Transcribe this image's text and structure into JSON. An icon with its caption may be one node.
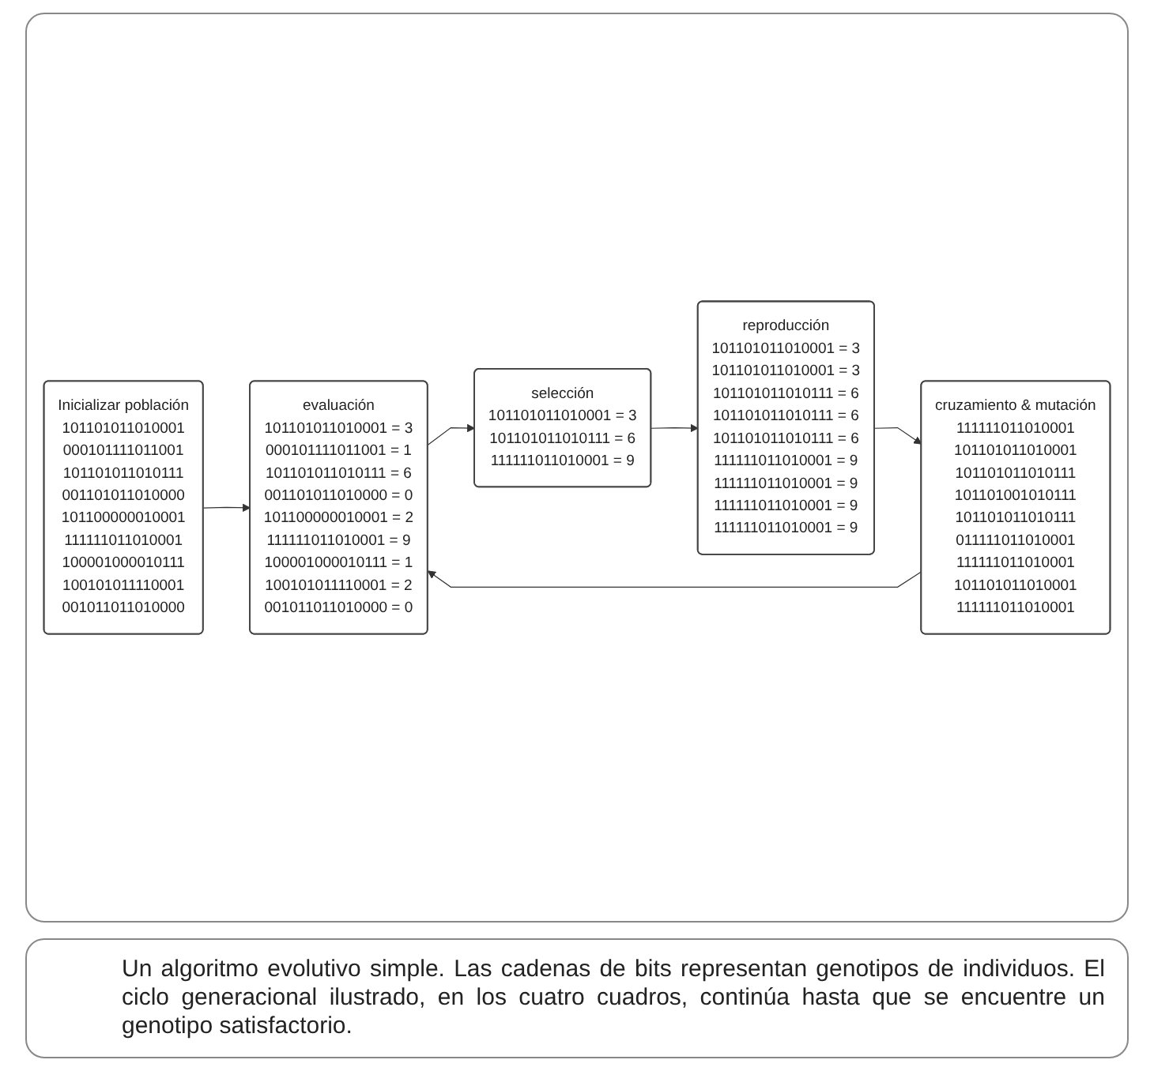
{
  "diagram": {
    "caption": "Un algoritmo evolutivo simple. Las cadenas de bits representan genotipos de individuos. El ciclo generacional ilustrado, en los cuatro cuadros, continúa hasta que se encuentre un genotipo satisfactorio.",
    "nodes": [
      {
        "text": [
          "Inicializar población",
          "101101011010001",
          "000101111011001",
          "101101011010111",
          "001101011010000",
          "101100000010001",
          "111111011010001",
          "100001000010111",
          "100101011110001",
          "001011011010000"
        ]
      },
      {
        "text": [
          "evaluación",
          "101101011010001 = 3",
          "000101111011001 = 1",
          "101101011010111 = 6",
          "001101011010000 = 0",
          "101100000010001 = 2",
          "111111011010001 = 9",
          "100001000010111 = 1",
          "100101011110001 = 2",
          "001011011010000 = 0"
        ]
      },
      {
        "text": [
          "selección",
          "101101011010001 = 3",
          "101101011010111 = 6",
          "111111011010001 = 9"
        ]
      },
      {
        "text": [
          "reproducción",
          "101101011010001 = 3",
          "101101011010001 = 3",
          "101101011010111 = 6",
          "101101011010111 = 6",
          "101101011010111 = 6",
          "111111011010001 = 9",
          "111111011010001 = 9",
          "111111011010001 = 9",
          "111111011010001 = 9"
        ]
      },
      {
        "text": [
          "cruzamiento & mutación",
          "111111011010001",
          "101101011010001",
          "101101011010111",
          "101101001010111",
          "101101011010111",
          "011111011010001",
          "111111011010001",
          "101101011010001",
          "111111011010001"
        ]
      }
    ],
    "edges": [
      {
        "from": 0,
        "to": 1,
        "arrow": "to"
      },
      {
        "from": 1,
        "to": 2,
        "arrow": "to"
      },
      {
        "from": 2,
        "to": 3,
        "arrow": "to"
      },
      {
        "from": 3,
        "to": 4,
        "arrow": "to"
      },
      {
        "from": 4,
        "to": 1,
        "arrow": "to"
      }
    ]
  }
}
